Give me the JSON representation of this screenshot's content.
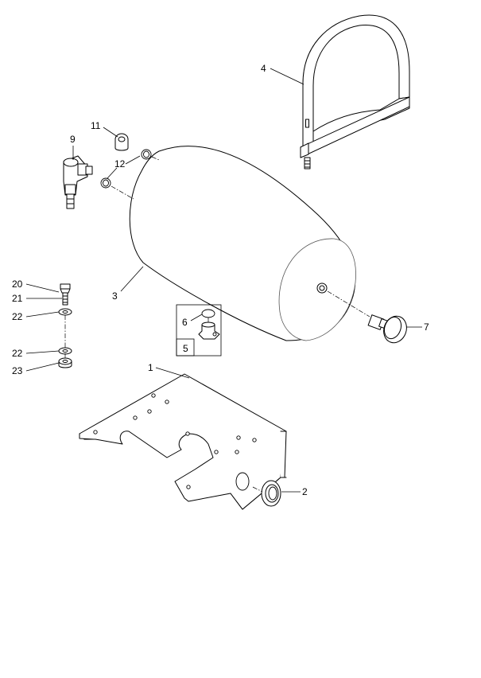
{
  "callouts": {
    "c1": "1",
    "c2": "2",
    "c3": "3",
    "c4": "4",
    "c5": "5",
    "c6": "6",
    "c7": "7",
    "c9": "9",
    "c11": "11",
    "c12": "12",
    "c20": "20",
    "c21": "21",
    "c22a": "22",
    "c22b": "22",
    "c23": "23"
  },
  "colors": {
    "line": "#000000",
    "background": "#ffffff"
  }
}
